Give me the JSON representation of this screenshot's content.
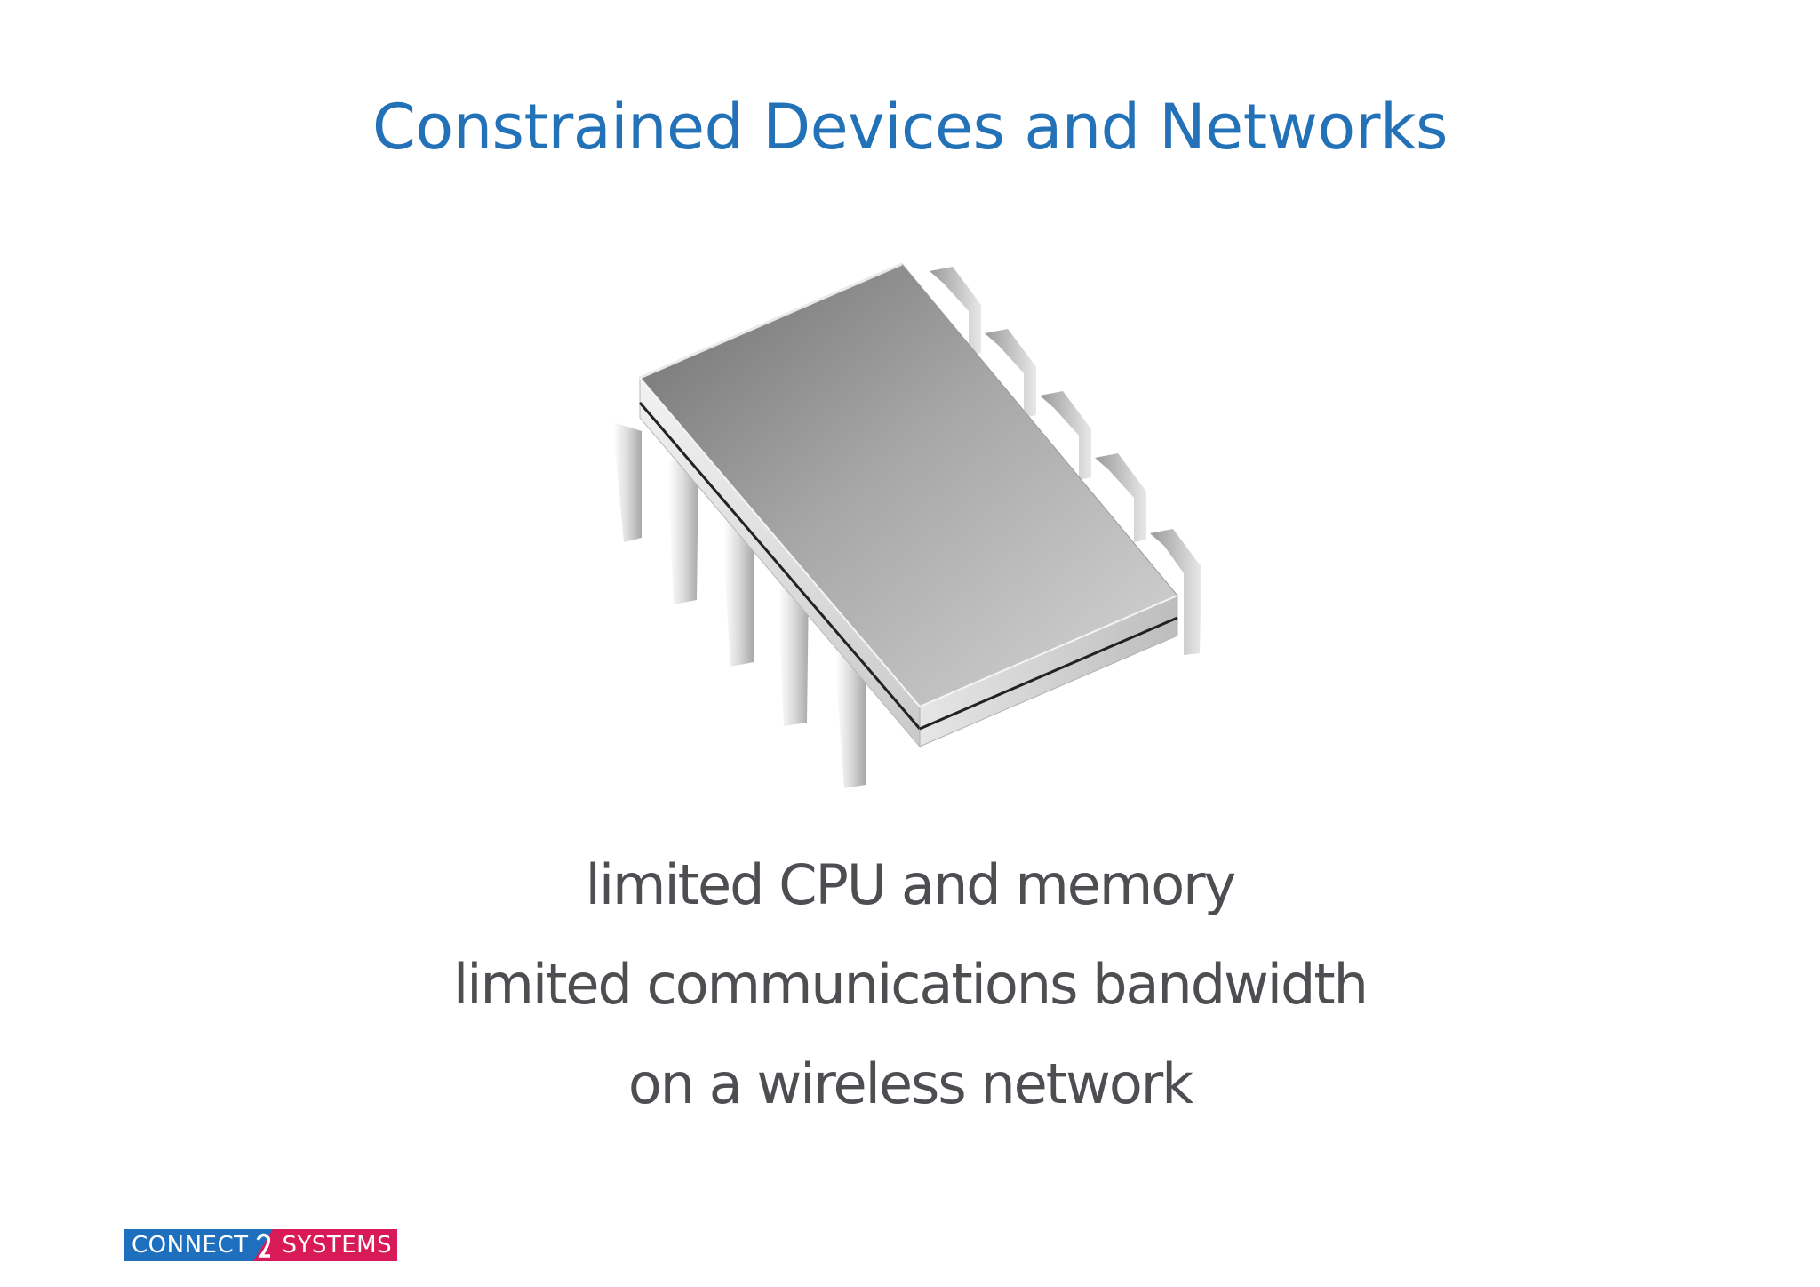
{
  "slide": {
    "title": "Constrained Devices and Networks",
    "bullets": [
      "limited CPU and memory",
      "limited communications bandwidth",
      "on a wireless network"
    ]
  },
  "image": {
    "icon": "integrated-circuit-chip"
  },
  "logo": {
    "left_text": "CONNECT",
    "right_text": "SYSTEMS",
    "colors": {
      "left": "#1f6fbf",
      "right": "#d81b58"
    }
  },
  "colors": {
    "title": "#2372b8",
    "body_text": "#4e4e52",
    "background": "#ffffff"
  }
}
